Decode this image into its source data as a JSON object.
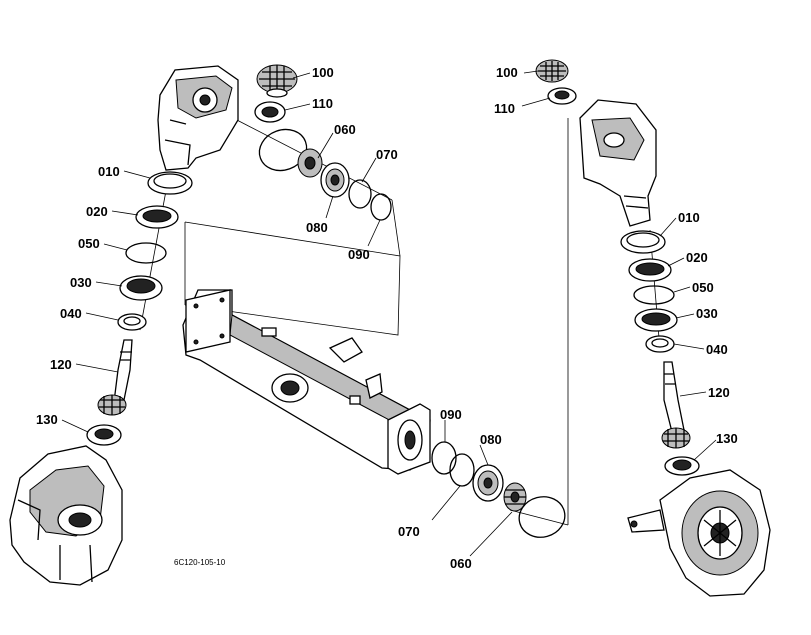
{
  "labels_left": {
    "p100": "100",
    "p110": "110",
    "p060": "060",
    "p070": "070",
    "p080": "080",
    "p090": "090",
    "p010": "010",
    "p020": "020",
    "p050": "050",
    "p030": "030",
    "p040": "040",
    "p120": "120",
    "p130": "130"
  },
  "labels_center": {
    "p090": "090",
    "p080": "080",
    "p070": "070",
    "p060": "060"
  },
  "labels_right": {
    "p100": "100",
    "p110": "110",
    "p010": "010",
    "p020": "020",
    "p050": "050",
    "p030": "030",
    "p040": "040",
    "p120": "120",
    "p130": "130"
  },
  "drawing_code": "6C120-105-10"
}
